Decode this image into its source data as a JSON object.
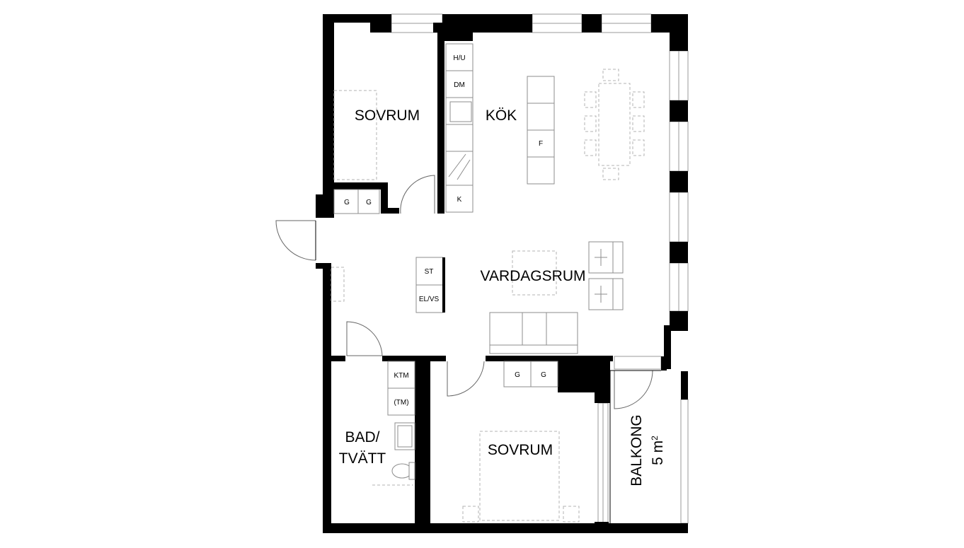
{
  "rooms": {
    "bedroom_top": "SOVRUM",
    "kitchen": "KÖK",
    "living": "VARDAGSRUM",
    "bath_line1": "BAD/",
    "bath_line2": "TVÄTT",
    "bedroom_bottom": "SOVRUM",
    "balcony": "BALKONG",
    "balcony_area": "5 m",
    "balcony_area_sup": "2"
  },
  "fixtures": {
    "hu": "H/U",
    "dm": "DM",
    "f": "F",
    "k": "K",
    "g1": "G",
    "g2": "G",
    "st": "ST",
    "elvs": "EL/VS",
    "ktm": "KTM",
    "tm": "(TM)",
    "g3": "G",
    "g4": "G"
  },
  "colors": {
    "wall": "#000000",
    "furniture": "#b3b3b3",
    "window": "#9a9a9a"
  }
}
